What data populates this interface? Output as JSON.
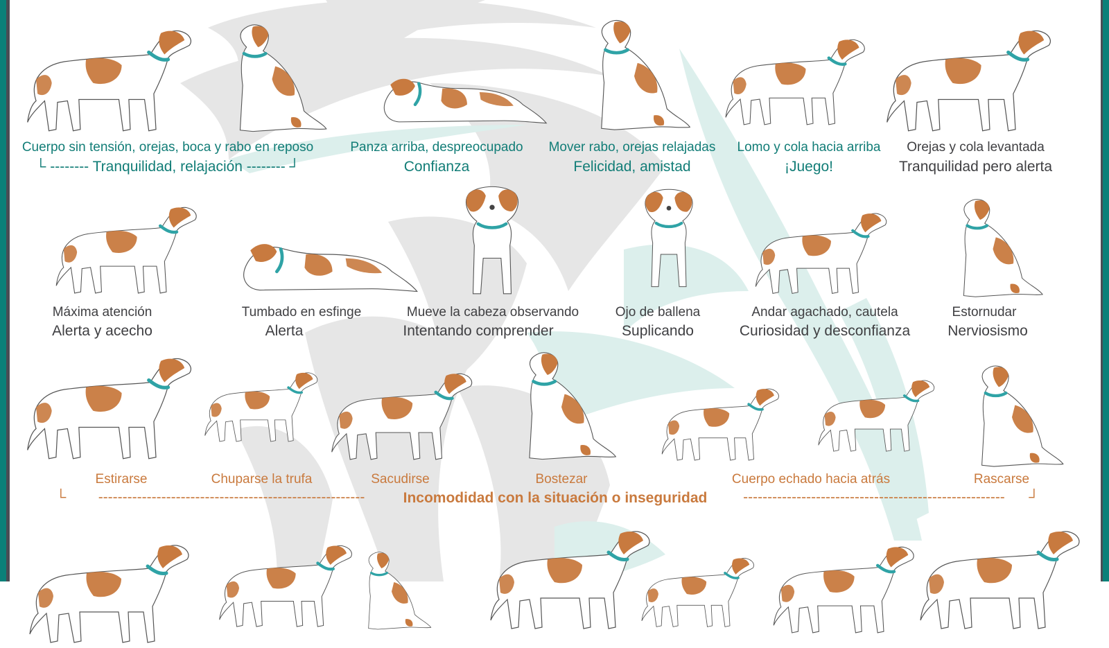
{
  "poster": {
    "language": "es",
    "colors": {
      "frame_teal": "#0b8079",
      "frame_dark": "#4a4d55",
      "text_teal": "#127d77",
      "text_gray": "#3f3f42",
      "text_orange": "#c97a3e",
      "dog_orange": "#c87a3f",
      "collar_teal": "#2fa3a6",
      "bg_swoosh_gray": "#e6e6e6",
      "bg_swoosh_mint": "#dcefec"
    }
  },
  "row1": {
    "items": [
      {
        "desc": "Cuerpo sin tensión, orejas, boca y rabo en reposo",
        "meaning": "└ -------- Tranquilidad, relajación  -------- ┘"
      },
      {
        "desc": "Panza arriba, despreocupado",
        "meaning": "Confianza"
      },
      {
        "desc": "Mover rabo, orejas relajadas",
        "meaning": "Felicidad, amistad"
      },
      {
        "desc": "Lomo y cola hacia arriba",
        "meaning": "¡Juego!"
      },
      {
        "desc": "Orejas y cola levantada",
        "meaning": "Tranquilidad pero alerta"
      }
    ]
  },
  "row2": {
    "items": [
      {
        "desc": "Máxima atención",
        "meaning": "Alerta y acecho"
      },
      {
        "desc": "Tumbado en esfinge",
        "meaning": "Alerta"
      },
      {
        "desc": "Mueve la cabeza observando",
        "meaning": "Intentando comprender"
      },
      {
        "desc": "Ojo de ballena",
        "meaning": "Suplicando"
      },
      {
        "desc": "Andar agachado, cautela",
        "meaning": "Curiosidad y desconfianza"
      },
      {
        "desc": "Estornudar",
        "meaning": "Nerviosismo"
      }
    ]
  },
  "row3": {
    "items": [
      {
        "desc": "Estirarse"
      },
      {
        "desc": "Chuparse la trufa"
      },
      {
        "desc": "Sacudirse"
      },
      {
        "desc": "Bostezar"
      },
      {
        "desc": "Cuerpo echado hacia atrás"
      },
      {
        "desc": "Rascarse"
      }
    ],
    "group_left_bracket": "└",
    "group_left_dashes": "-------------------------------------------------------",
    "group_label": "Incomodidad con la situación o inseguridad",
    "group_right_dashes": "------------------------------------------------------",
    "group_right_bracket": "┘"
  },
  "row4": {
    "note": "Partially visible row of dog illustrations (cropped at bottom)"
  },
  "icons": {
    "dog_illustration": "dog-illustration"
  }
}
